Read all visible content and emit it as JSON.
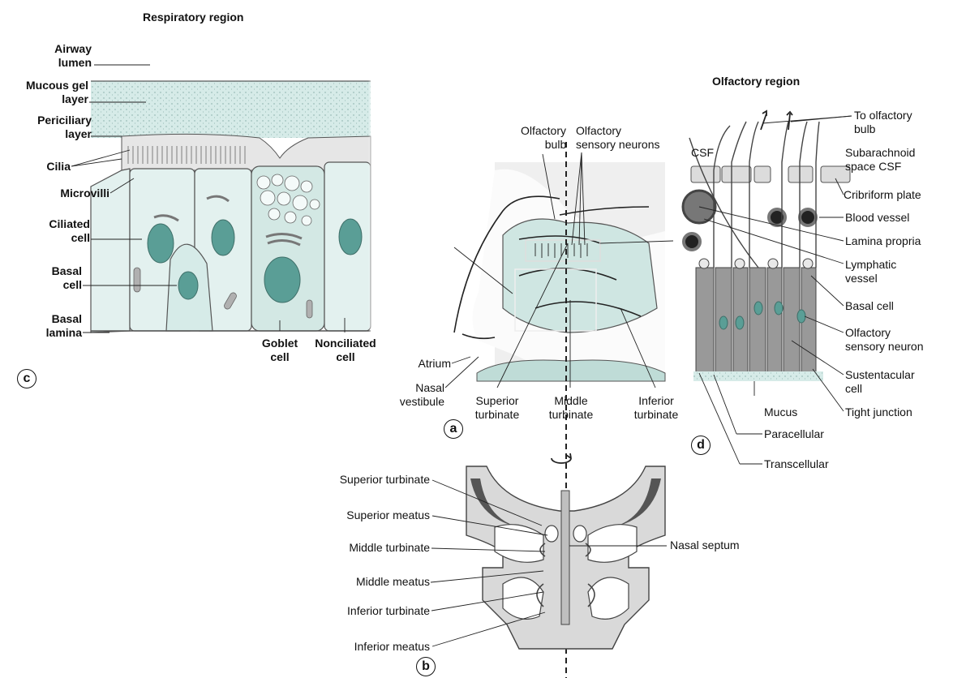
{
  "panel_c": {
    "title": "Respiratory region",
    "letter": "c",
    "labels": {
      "airway_lumen": [
        "Airway",
        "lumen"
      ],
      "mucous_gel": [
        "Mucous gel",
        "layer"
      ],
      "periciliary": [
        "Periciliary",
        "layer"
      ],
      "cilia": "Cilia",
      "microvilli": "Microvilli",
      "ciliated_cell": [
        "Ciliated",
        "cell"
      ],
      "basal_cell": [
        "Basal",
        "cell"
      ],
      "basal_lamina": [
        "Basal",
        "lamina"
      ],
      "goblet_cell": [
        "Goblet",
        "cell"
      ],
      "nonciliated_cell": [
        "Nonciliated",
        "cell"
      ]
    }
  },
  "panel_a": {
    "letter": "a",
    "labels": {
      "olfactory_bulb": [
        "Olfactory",
        "bulb"
      ],
      "olfactory_neurons": [
        "Olfactory",
        "sensory neurons"
      ],
      "atrium": "Atrium",
      "nasal_vestibule": [
        "Nasal",
        "vestibule"
      ],
      "superior_turbinate": [
        "Superior",
        "turbinate"
      ],
      "middle_turbinate": [
        "Middle",
        "turbinate"
      ],
      "inferior_turbinate": [
        "Inferior",
        "turbinate"
      ]
    }
  },
  "panel_d": {
    "title": "Olfactory region",
    "letter": "d",
    "labels": {
      "to_olfactory_bulb": [
        "To olfactory",
        "bulb"
      ],
      "csf": "CSF",
      "subarachnoid": [
        "Subarachnoid",
        "space CSF"
      ],
      "cribriform": "Cribriform plate",
      "blood_vessel": "Blood vessel",
      "lamina_propria": "Lamina propria",
      "lymphatic": [
        "Lymphatic",
        "vessel"
      ],
      "basal_cell": "Basal cell",
      "olfactory_neuron": [
        "Olfactory",
        "sensory neuron"
      ],
      "sustentacular": [
        "Sustentacular",
        "cell"
      ],
      "tight_junction": "Tight junction",
      "mucus": "Mucus",
      "paracellular": "Paracellular",
      "transcellular": "Transcellular"
    }
  },
  "panel_b": {
    "letter": "b",
    "labels": {
      "superior_turbinate": "Superior turbinate",
      "superior_meatus": "Superior meatus",
      "middle_turbinate": "Middle turbinate",
      "middle_meatus": "Middle meatus",
      "inferior_turbinate": "Inferior turbinate",
      "inferior_meatus": "Inferior meatus",
      "nasal_septum": "Nasal septum"
    }
  },
  "colors": {
    "tissue": "#d6ebe8",
    "cell_fill": "#e3f1ef",
    "nucleus": "#5a9e96",
    "bone": "#d9d9d9",
    "dark": "#555555"
  }
}
